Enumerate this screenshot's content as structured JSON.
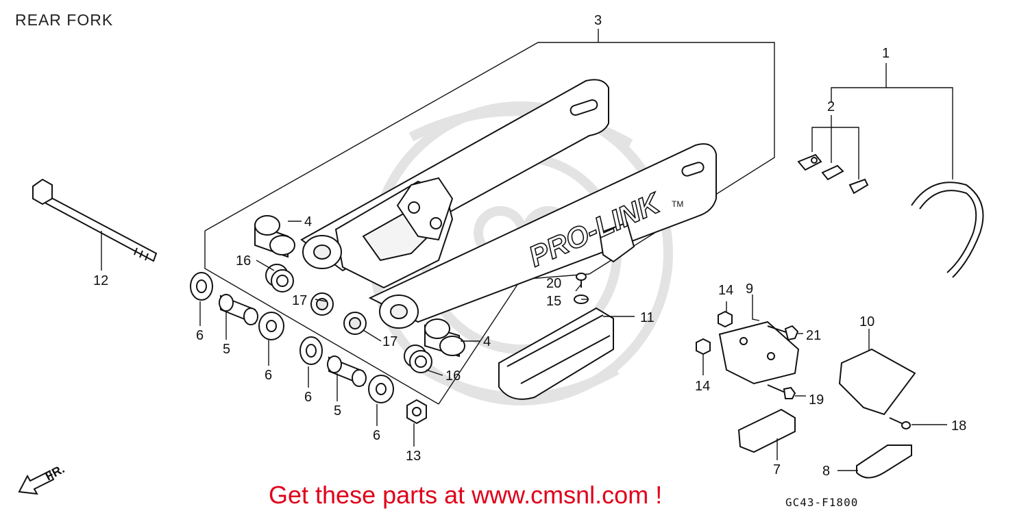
{
  "title": "REAR FORK",
  "promo": "Get these parts at www.cmsnl.com !",
  "drawing_code": "GC43-F1800",
  "logo_text": "PRO-LINK",
  "logo_tm": "TM",
  "direction_label": "FR.",
  "callouts": [
    {
      "id": "c1",
      "label": "1"
    },
    {
      "id": "c2",
      "label": "2"
    },
    {
      "id": "c3",
      "label": "3"
    },
    {
      "id": "c4a",
      "label": "4"
    },
    {
      "id": "c4b",
      "label": "4"
    },
    {
      "id": "c5a",
      "label": "5"
    },
    {
      "id": "c5b",
      "label": "5"
    },
    {
      "id": "c6a",
      "label": "6"
    },
    {
      "id": "c6b",
      "label": "6"
    },
    {
      "id": "c6c",
      "label": "6"
    },
    {
      "id": "c6d",
      "label": "6"
    },
    {
      "id": "c7",
      "label": "7"
    },
    {
      "id": "c8",
      "label": "8"
    },
    {
      "id": "c9",
      "label": "9"
    },
    {
      "id": "c10",
      "label": "10"
    },
    {
      "id": "c11",
      "label": "11"
    },
    {
      "id": "c12",
      "label": "12"
    },
    {
      "id": "c13",
      "label": "13"
    },
    {
      "id": "c14a",
      "label": "14"
    },
    {
      "id": "c14b",
      "label": "14"
    },
    {
      "id": "c15",
      "label": "15"
    },
    {
      "id": "c16a",
      "label": "16"
    },
    {
      "id": "c16b",
      "label": "16"
    },
    {
      "id": "c17a",
      "label": "17"
    },
    {
      "id": "c17b",
      "label": "17"
    },
    {
      "id": "c18",
      "label": "18"
    },
    {
      "id": "c19",
      "label": "19"
    },
    {
      "id": "c20",
      "label": "20"
    },
    {
      "id": "c21",
      "label": "21"
    }
  ]
}
